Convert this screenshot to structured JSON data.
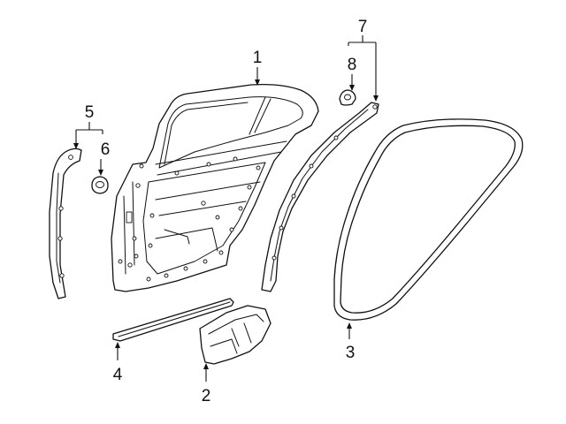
{
  "diagram": {
    "callouts": [
      {
        "id": "door-shell",
        "label": "1"
      },
      {
        "id": "sill-cover",
        "label": "2"
      },
      {
        "id": "door-weatherstrip",
        "label": "3"
      },
      {
        "id": "lower-seal-strip",
        "label": "4"
      },
      {
        "id": "front-edge-seal",
        "label": "5"
      },
      {
        "id": "front-seal-clip",
        "label": "6"
      },
      {
        "id": "pillar-seal",
        "label": "7"
      },
      {
        "id": "pillar-seal-clip",
        "label": "8"
      }
    ]
  }
}
